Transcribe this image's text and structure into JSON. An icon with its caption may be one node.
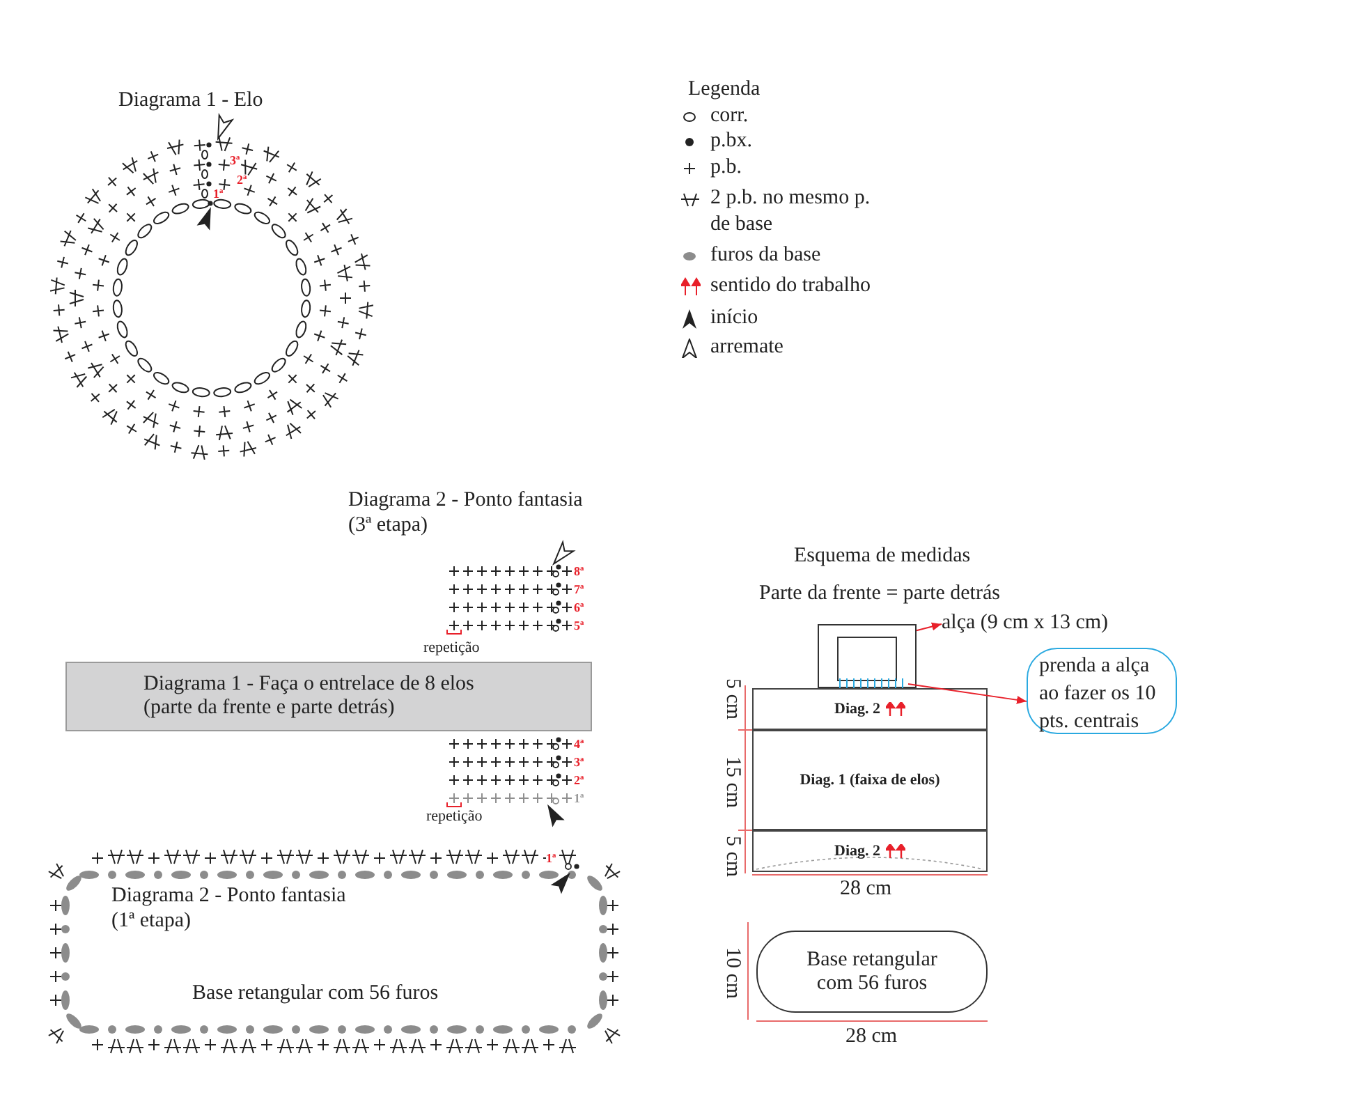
{
  "diagram": {
    "nodes": [
      {
        "text": [
          "Diagrama 1 - Faça o entrelace de 8 elos (parte da frente e parte detrás)"
        ]
      },
      {
        "text": [],
        "shape": "box"
      },
      {
        "text": [
          "alça (9 cm x 13 cm)"
        ]
      },
      {
        "text": [],
        "shape": "bar",
        "in": 1
      },
      {
        "text": [
          "prenda a alça ao fazer os 10 pts. centrais"
        ]
      },
      {
        "text": [
          "Diag. 2"
        ]
      },
      {
        "text": [
          "Diag. 1 (faixa de elos)"
        ]
      },
      {
        "text": [
          "Diag. 2"
        ]
      },
      {
        "text": [
          "Base retangular com 56 furos"
        ]
      }
    ],
    "edges": [
      {
        "from": 1,
        "to": 2,
        "arrow": "to"
      },
      {
        "from": 3,
        "to": 4,
        "arrow": "to"
      }
    ],
    "labels": [
      "Diagrama 1 - Elo",
      "3ª",
      "2ª",
      "1ª",
      "Legenda",
      "Diagrama 2 - Ponto fantasia (3ª etapa)",
      "8ª",
      "7ª",
      "6ª",
      "5ª",
      "repetição",
      "4ª",
      "3ª",
      "2ª",
      "1ª",
      "repetição",
      "1ª",
      "Diagrama 2 - Ponto fantasia (1ª etapa)",
      "Base retangular com 56 furos",
      "Esquema de medidas",
      "Parte da frente = parte detrás",
      "5 cm",
      "15 cm",
      "5 cm",
      "28 cm",
      "10 cm",
      "28 cm"
    ],
    "legend": [
      {
        "text": "corr."
      },
      {
        "text": "p.bx."
      },
      {
        "text": "p.b."
      },
      {
        "text": "2 p.b. no mesmo p. de base"
      },
      {
        "text": "furos da base",
        "color": "#8c8c8c"
      },
      {
        "text": "sentido do trabalho"
      },
      {
        "text": "início"
      },
      {
        "text": "arremate"
      }
    ]
  }
}
